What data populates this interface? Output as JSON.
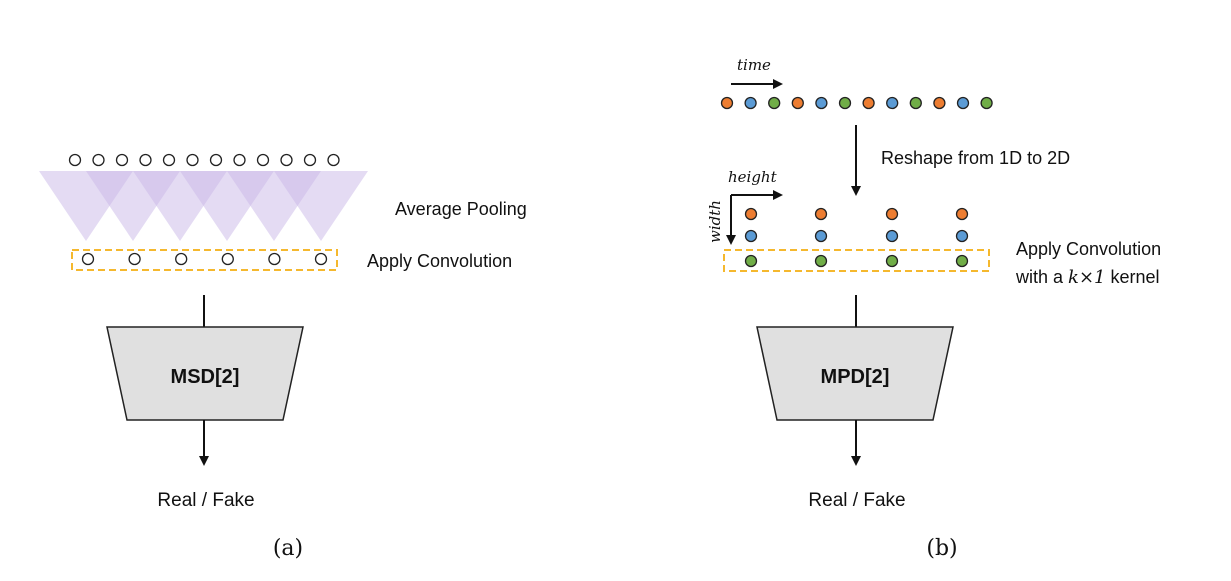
{
  "panel_a": {
    "pooling_label": "Average Pooling",
    "conv_label": "Apply Convolution",
    "block_label": "MSD[2]",
    "output_label": "Real / Fake",
    "caption": "(a)"
  },
  "panel_b": {
    "time_label": "time",
    "reshape_label": "Reshape from 1D to 2D",
    "height_label": "height",
    "width_label": "width",
    "conv_label_line1": "Apply Convolution",
    "conv_label_line2_prefix": "with a ",
    "conv_label_kernel": "k×1",
    "conv_label_line2_suffix": " kernel",
    "block_label": "MPD[2]",
    "output_label": "Real / Fake",
    "caption": "(b)"
  },
  "colors": {
    "orange": "#ed7d31",
    "blue": "#5b9bd5",
    "green": "#70ad47",
    "dashed_box": "#f5b82e",
    "pool_triangle": "#c9b8e8",
    "block_fill": "#e0e0e0"
  }
}
